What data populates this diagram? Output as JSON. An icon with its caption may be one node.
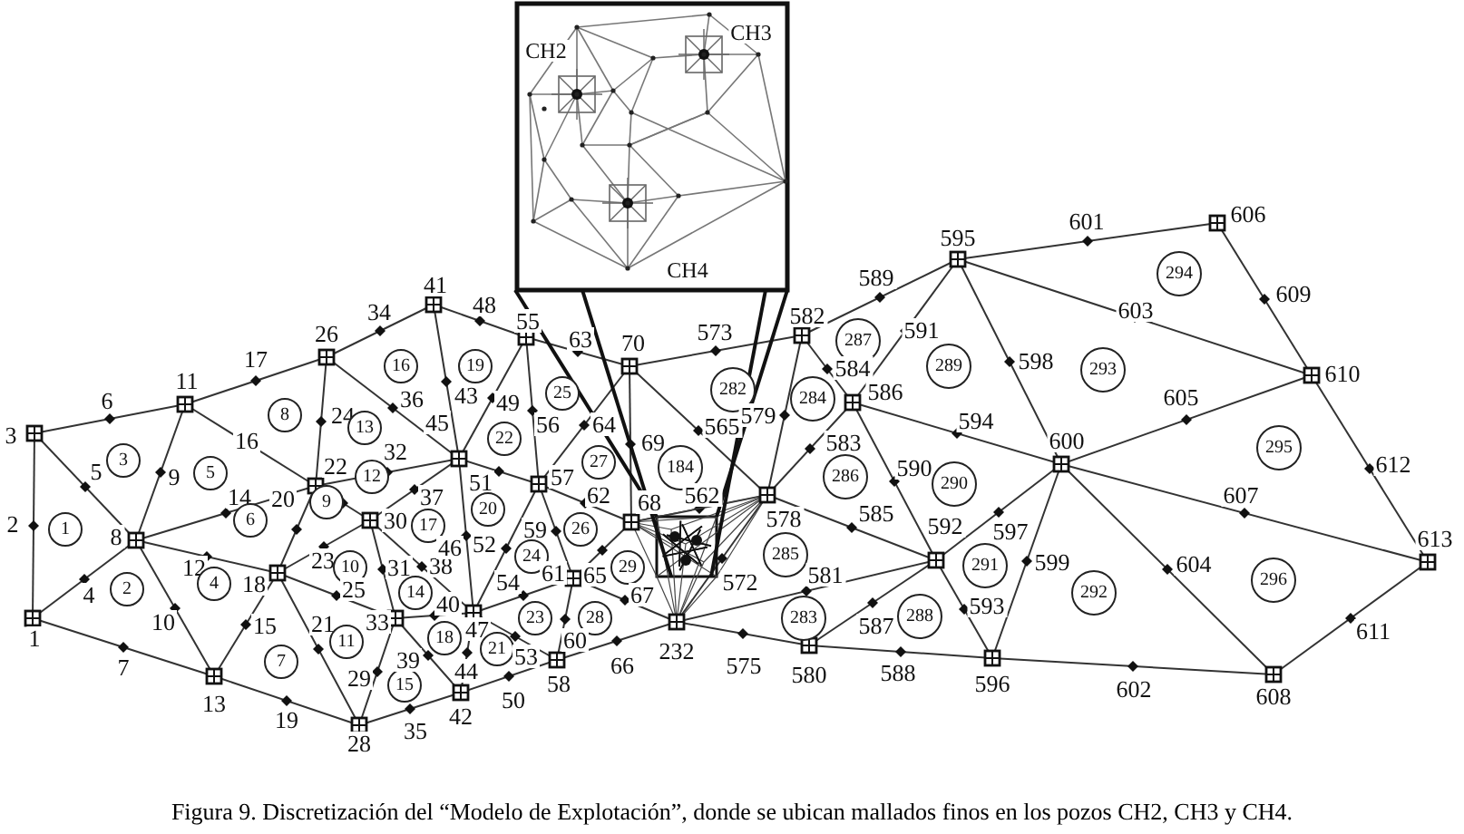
{
  "diagram": {
    "caption": "Figura 9. Discretización del “Modelo de Explotación”, donde se ubican mallados finos en los pozos CH2, CH3 y CH4.",
    "labels": [
      "CH2",
      "CH3",
      "CH4",
      "41",
      "601",
      "606",
      "595",
      "48",
      "34",
      "55",
      "63",
      "70",
      "573",
      "582",
      "589",
      "294",
      "26",
      "17",
      "16",
      "19",
      "603",
      "609",
      "591",
      "11",
      "6",
      "43",
      "49",
      "25",
      "282",
      "287",
      "289",
      "293",
      "598",
      "610",
      "8",
      "24",
      "13",
      "36",
      "45",
      "22",
      "56",
      "64",
      "565",
      "579",
      "584",
      "284",
      "586",
      "3",
      "3",
      "5",
      "9",
      "5",
      "16",
      "32",
      "22",
      "51",
      "12",
      "37",
      "27",
      "69",
      "184",
      "57",
      "583",
      "286",
      "594",
      "600",
      "605",
      "295",
      "612",
      "2",
      "1",
      "8",
      "14",
      "6",
      "20",
      "9",
      "30",
      "17",
      "20",
      "62",
      "68",
      "562",
      "578",
      "590",
      "290",
      "607",
      "12",
      "18",
      "23",
      "10",
      "25",
      "31",
      "38",
      "46",
      "52",
      "59",
      "26",
      "24",
      "585",
      "592",
      "597",
      "613",
      "4",
      "2",
      "4",
      "14",
      "40",
      "285",
      "291",
      "599",
      "604",
      "296",
      "292",
      "54",
      "61",
      "65",
      "29",
      "572",
      "581",
      "10",
      "15",
      "21",
      "33",
      "1",
      "11",
      "18",
      "47",
      "23",
      "28",
      "67",
      "283",
      "587",
      "288",
      "593",
      "611",
      "7",
      "7",
      "29",
      "15",
      "39",
      "44",
      "21",
      "53",
      "60",
      "66",
      "232",
      "575",
      "580",
      "588",
      "596",
      "602",
      "608",
      "13",
      "19",
      "42",
      "50",
      "58",
      "35",
      "28"
    ]
  }
}
